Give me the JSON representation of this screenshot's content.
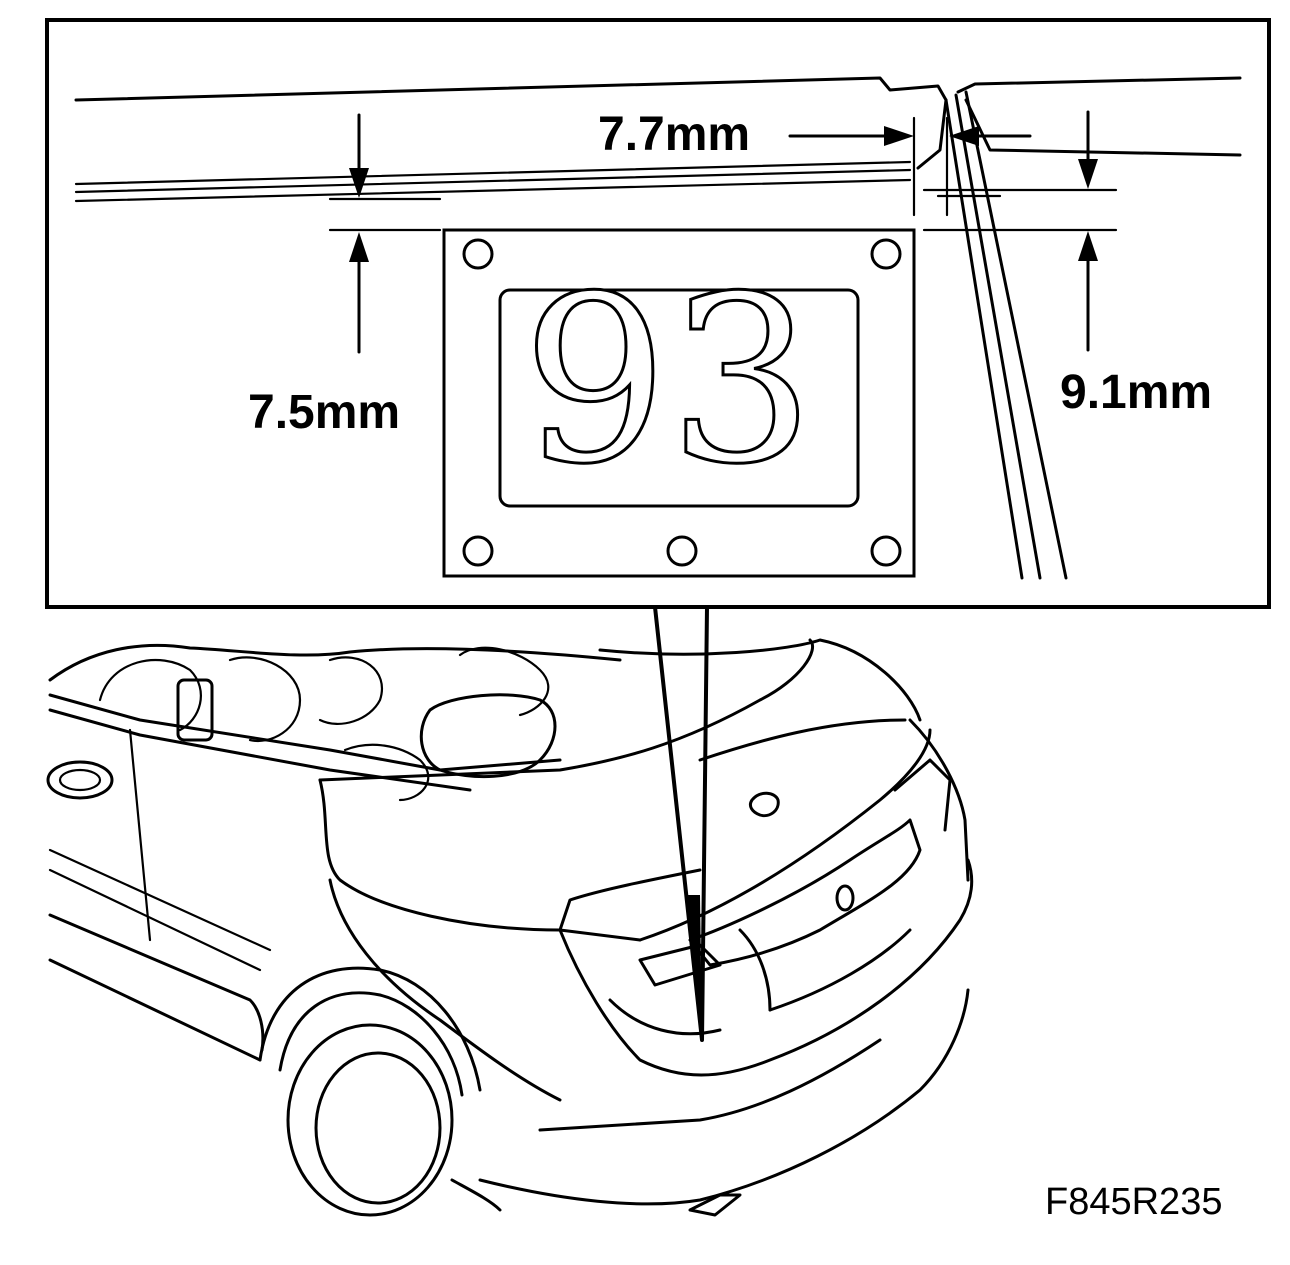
{
  "detail": {
    "badge_text": "93",
    "dim_top_gap": "7.7mm",
    "dim_left_gap": "7.5mm",
    "dim_right_gap": "9.1mm"
  },
  "figure_id": "F845R235"
}
